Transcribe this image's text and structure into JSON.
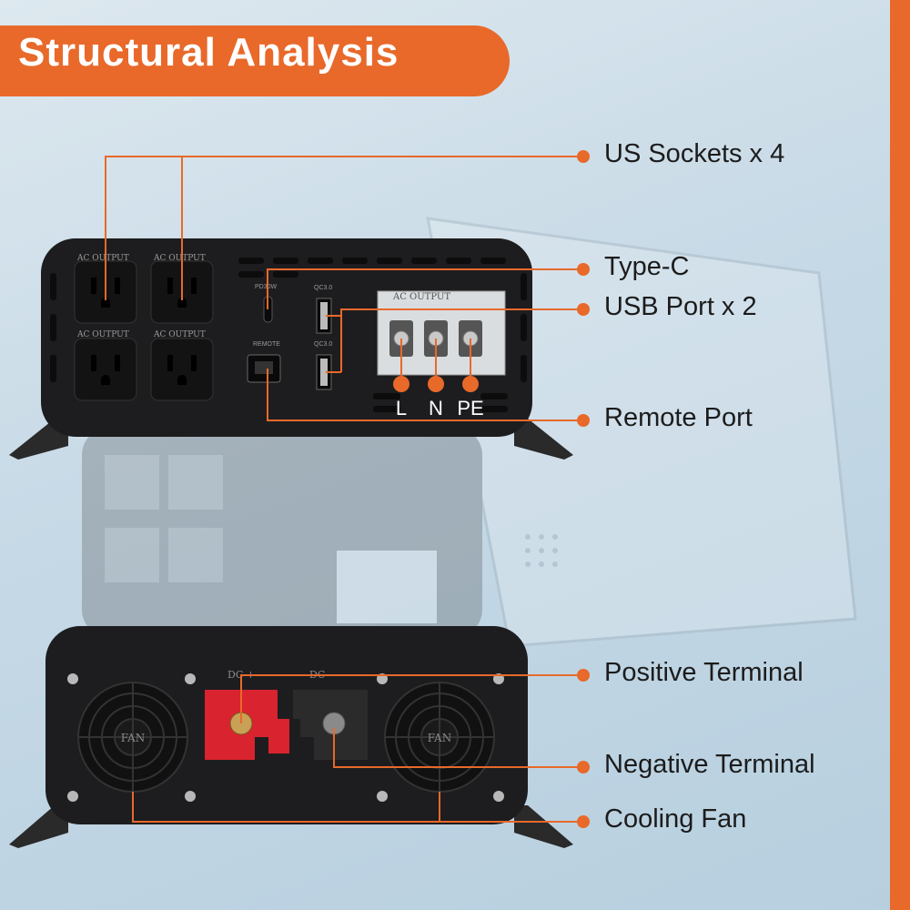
{
  "title": "Structural Analysis",
  "callouts": {
    "us_sockets": "US Sockets x 4",
    "type_c": "Type-C",
    "usb_port": "USB Port x 2",
    "remote_port": "Remote Port",
    "positive_terminal": "Positive Terminal",
    "negative_terminal": "Negative Terminal",
    "cooling_fan": "Cooling Fan"
  },
  "front_panel": {
    "socket_label": "AC OUTPUT",
    "pd_label": "PD30W",
    "qc_label": "QC3.0",
    "remote_label": "REMOTE",
    "terminal_block_label": "AC OUTPUT",
    "terminals": [
      "L",
      "N",
      "PE"
    ]
  },
  "rear_panel": {
    "dc_positive": "DC +",
    "dc_negative": "DC −",
    "fan_label": "FAN"
  },
  "colors": {
    "accent": "#e8692a",
    "panel": "#1d1d1f",
    "positive": "#d9232e"
  }
}
